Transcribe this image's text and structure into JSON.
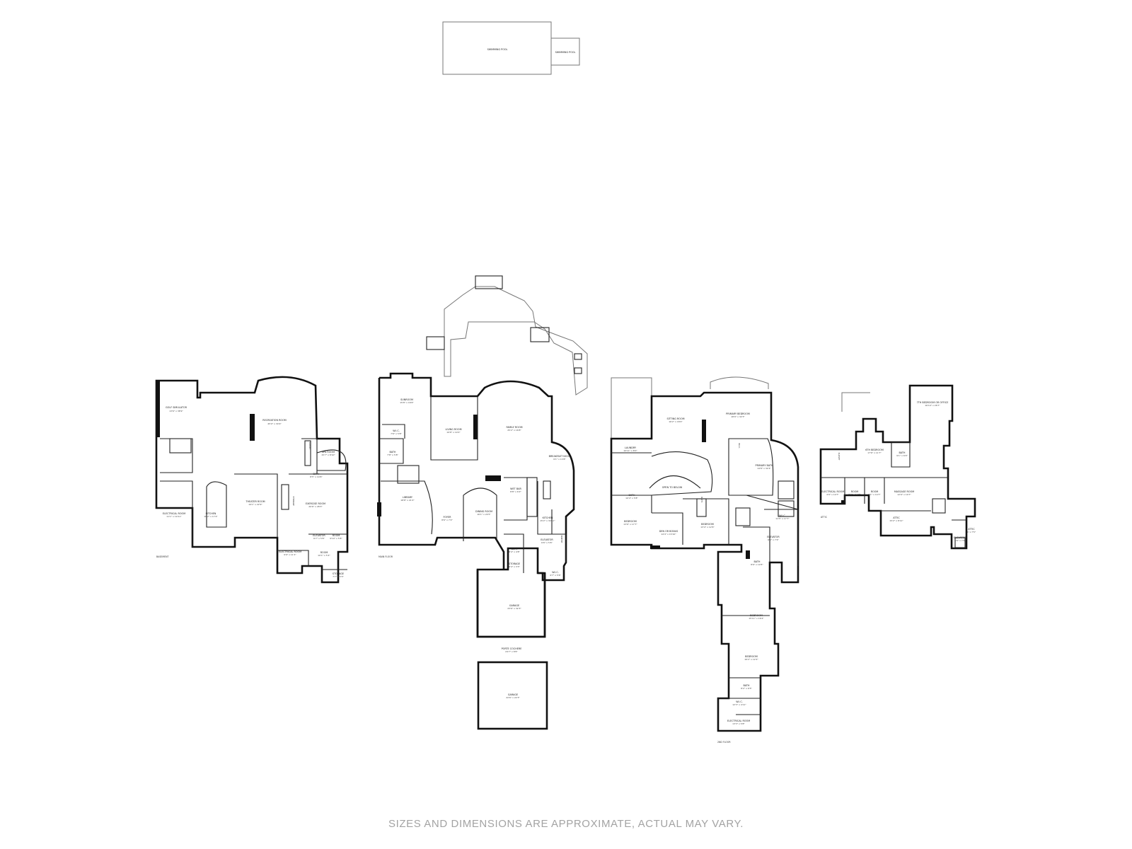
{
  "disclaimer": "SIZES AND DIMENSIONS ARE APPROXIMATE, ACTUAL MAY VARY.",
  "pool": {
    "name": "SWIMMING POOL",
    "spa": "SWIMMING POOL"
  },
  "floors": {
    "basement": "BASEMENT",
    "main": "MAIN FLOOR",
    "second": "2ND FLOOR",
    "attic": "ATTIC"
  },
  "basement": {
    "golf": {
      "name": "GOLF SIMULATOR",
      "dim": "13'6\" x 38'9\""
    },
    "recreation": {
      "name": "RECREATION ROOM",
      "dim": "45'0\" x 34'9\""
    },
    "spa": {
      "name": "SPA ROOM",
      "dim": "15'7\" x 8'10\""
    },
    "bath": {
      "name": "BATH",
      "dim": "8'5\" x 10'6\""
    },
    "electrical": {
      "name": "ELECTRICAL ROOM",
      "dim": "11'1\" x 19'11\""
    },
    "kitchen": {
      "name": "KITCHEN",
      "dim": "18'2\" x 17'4\""
    },
    "theater": {
      "name": "THEATER ROOM",
      "dim": "19'1\" x 22'9\""
    },
    "exercise": {
      "name": "EXERCISE ROOM",
      "dim": "20'6\" x 28'3\""
    },
    "elevator": {
      "name": "ELEVATOR",
      "dim": "6'7\" x 5'6\""
    },
    "room1": {
      "name": "ROOM",
      "dim": "9'10\" x 5'6\""
    },
    "electrical2": {
      "name": "ELECTRICAL ROOM",
      "dim": "9'9\" x 11'1\""
    },
    "room2": {
      "name": "ROOM",
      "dim": "10'1\" x 5'2\""
    },
    "storage": {
      "name": "STORAGE",
      "dim": "7'7\" x 5'3\""
    },
    "closet": "CLOSET",
    "storage_v": "STORAGE"
  },
  "main": {
    "sunroom": {
      "name": "SUNROOM",
      "dim": "15'8\" x 16'6\""
    },
    "wic": {
      "name": "W.I.C.",
      "dim": "7'6\" x 5'8\""
    },
    "bath1": {
      "name": "BATH",
      "dim": "7'8\" x 5'8\""
    },
    "living": {
      "name": "LIVING ROOM",
      "dim": "19'8\" x 19'2\""
    },
    "family": {
      "name": "FAMILY ROOM",
      "dim": "25'2\" x 16'8\""
    },
    "breakfast": {
      "name": "BREAKFAST NOOK",
      "dim": "9'1\" x 13'8\""
    },
    "wetbar": {
      "name": "WET BAR",
      "dim": "8'8\" x 6'2\""
    },
    "library": {
      "name": "LIBRARY",
      "dim": "18'8\" x 21'2\""
    },
    "foyer": {
      "name": "FOYER",
      "dim": "8'6\" x 7'2\""
    },
    "dining": {
      "name": "DINING ROOM",
      "dim": "16'1\" x 24'5\""
    },
    "kitchen": {
      "name": "KITCHEN",
      "dim": "15'2\" x 34'11\""
    },
    "elevator": {
      "name": "ELEVATOR",
      "dim": "6'6\" x 5'6\""
    },
    "pantry": "PANTRY",
    "bath2": {
      "name": "BATH",
      "dim": "8'4\" x 4'8\""
    },
    "storage": {
      "name": "STORAGE",
      "dim": "6'4\" x 3'3\""
    },
    "wic2": {
      "name": "W.I.C.",
      "dim": "4'7\" x 5'6\""
    },
    "garage1": {
      "name": "GARAGE",
      "dim": "23'6\" x 32'3\""
    },
    "porte": {
      "name": "PORTE COCHERE",
      "dim": "24'7\" x 8'6\""
    },
    "garage2": {
      "name": "GARAGE",
      "dim": "22'6\" x 22'3\""
    }
  },
  "second": {
    "laundry": {
      "name": "LAUNDRY",
      "dim": "10'11\" x 8'0\""
    },
    "sitting": {
      "name": "SITTING ROOM",
      "dim": "16'2\" x 18'4\""
    },
    "primary": {
      "name": "PRIMARY BEDROOM",
      "dim": "18'9\" x 32'3\""
    },
    "primarybath": {
      "name": "PRIMARY BATH",
      "dim": "14'8\" x 32'4\""
    },
    "bath1": {
      "name": "BATH",
      "dim": "10'4\" x 5'8\""
    },
    "open": "OPEN TO BELOW",
    "bedroom1": {
      "name": "BEDROOM",
      "dim": "13'6\" x 17'7\""
    },
    "den": {
      "name": "DEN OR BONUS",
      "dim": "14'4\" x 15'10\""
    },
    "bedroom2": {
      "name": "BEDROOM",
      "dim": "13'4\" x 12'6\""
    },
    "wic": {
      "name": "W.I.C.",
      "dim": "11'5\" x 17'7\""
    },
    "elevator": {
      "name": "ELEVATOR",
      "dim": "6'6\" x 7'4\""
    },
    "bath2": {
      "name": "BATH",
      "dim": "8'6\" x 10'5\""
    },
    "bedroom3": {
      "name": "BEDROOM",
      "dim": "15'11\" x 16'4\""
    },
    "bedroom4": {
      "name": "BEDROOM",
      "dim": "16'2\" x 12'2\""
    },
    "bath3": {
      "name": "BATH",
      "dim": "8'2\" x 6'5\""
    },
    "wic2": {
      "name": "W.I.C.",
      "dim": "12'3\" x 4'11\""
    },
    "electrical": {
      "name": "ELECTRICAL ROOM",
      "dim": "13'3\" x 5'8\""
    },
    "closet_v": "W.I.C.",
    "bath_v": "BATH"
  },
  "attic": {
    "seventh": {
      "name": "7TH BEDROOM OR OFFICE",
      "dim": "16'10\" x 26'7\""
    },
    "sixth": {
      "name": "6TH BEDROOM",
      "dim": "17'6\" x 11'7\""
    },
    "bath": {
      "name": "BATH",
      "dim": "9'1\" x 6'0\""
    },
    "electrical": {
      "name": "ELECTRICAL ROOM",
      "dim": "4'9\" x 10'7\""
    },
    "room1": {
      "name": "ROOM",
      "dim": "8'4\" x 14'7\""
    },
    "room2": {
      "name": "ROOM",
      "dim": "7'1\" x 14'7\""
    },
    "massage": {
      "name": "MASSAGE ROOM",
      "dim": "12'9\" x 10'7\""
    },
    "attic1": {
      "name": "ATTIC",
      "dim": "15'2\" x 8'11\""
    },
    "elevator": {
      "name": "ELEVATOR",
      "dim": "6'6\" x 7'4\""
    },
    "attic2": {
      "name": "ATTIC",
      "dim": "4' x 7'5\""
    },
    "closet_v": "CLOSET"
  }
}
